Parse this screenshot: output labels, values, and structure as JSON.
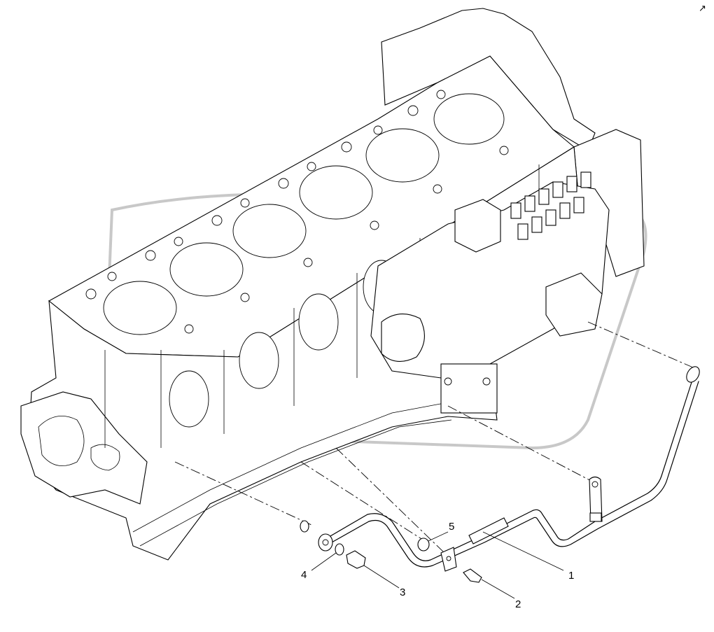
{
  "callouts": [
    {
      "id": "1",
      "label": "1"
    },
    {
      "id": "2",
      "label": "2"
    },
    {
      "id": "3",
      "label": "3"
    },
    {
      "id": "4",
      "label": "4"
    },
    {
      "id": "5",
      "label": "5"
    }
  ],
  "corner_mark": "↗"
}
